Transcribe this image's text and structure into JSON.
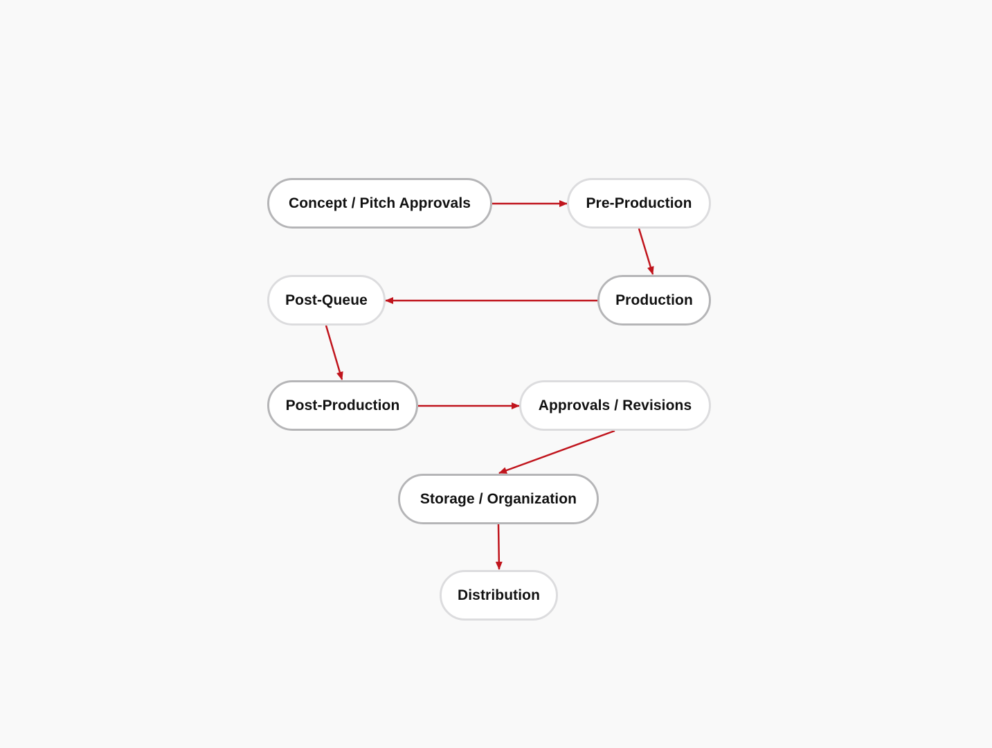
{
  "diagram": {
    "nodes": [
      {
        "id": "concept",
        "label": "Concept / Pitch Approvals"
      },
      {
        "id": "preprod",
        "label": "Pre-Production"
      },
      {
        "id": "production",
        "label": "Production"
      },
      {
        "id": "postqueue",
        "label": "Post-Queue"
      },
      {
        "id": "postprod",
        "label": "Post-Production"
      },
      {
        "id": "approvals",
        "label": "Approvals / Revisions"
      },
      {
        "id": "storage",
        "label": "Storage / Organization"
      },
      {
        "id": "distribution",
        "label": "Distribution"
      }
    ],
    "edges": [
      {
        "from": "concept",
        "to": "preprod"
      },
      {
        "from": "preprod",
        "to": "production"
      },
      {
        "from": "production",
        "to": "postqueue"
      },
      {
        "from": "postqueue",
        "to": "postprod"
      },
      {
        "from": "postprod",
        "to": "approvals"
      },
      {
        "from": "approvals",
        "to": "storage"
      },
      {
        "from": "storage",
        "to": "distribution"
      }
    ],
    "colors": {
      "background": "#f9f9f9",
      "node_fill": "#ffffff",
      "node_border_dark": "#b5b5b7",
      "node_border_light": "#dcdcde",
      "arrow": "#c0141c",
      "text": "#111111"
    }
  }
}
